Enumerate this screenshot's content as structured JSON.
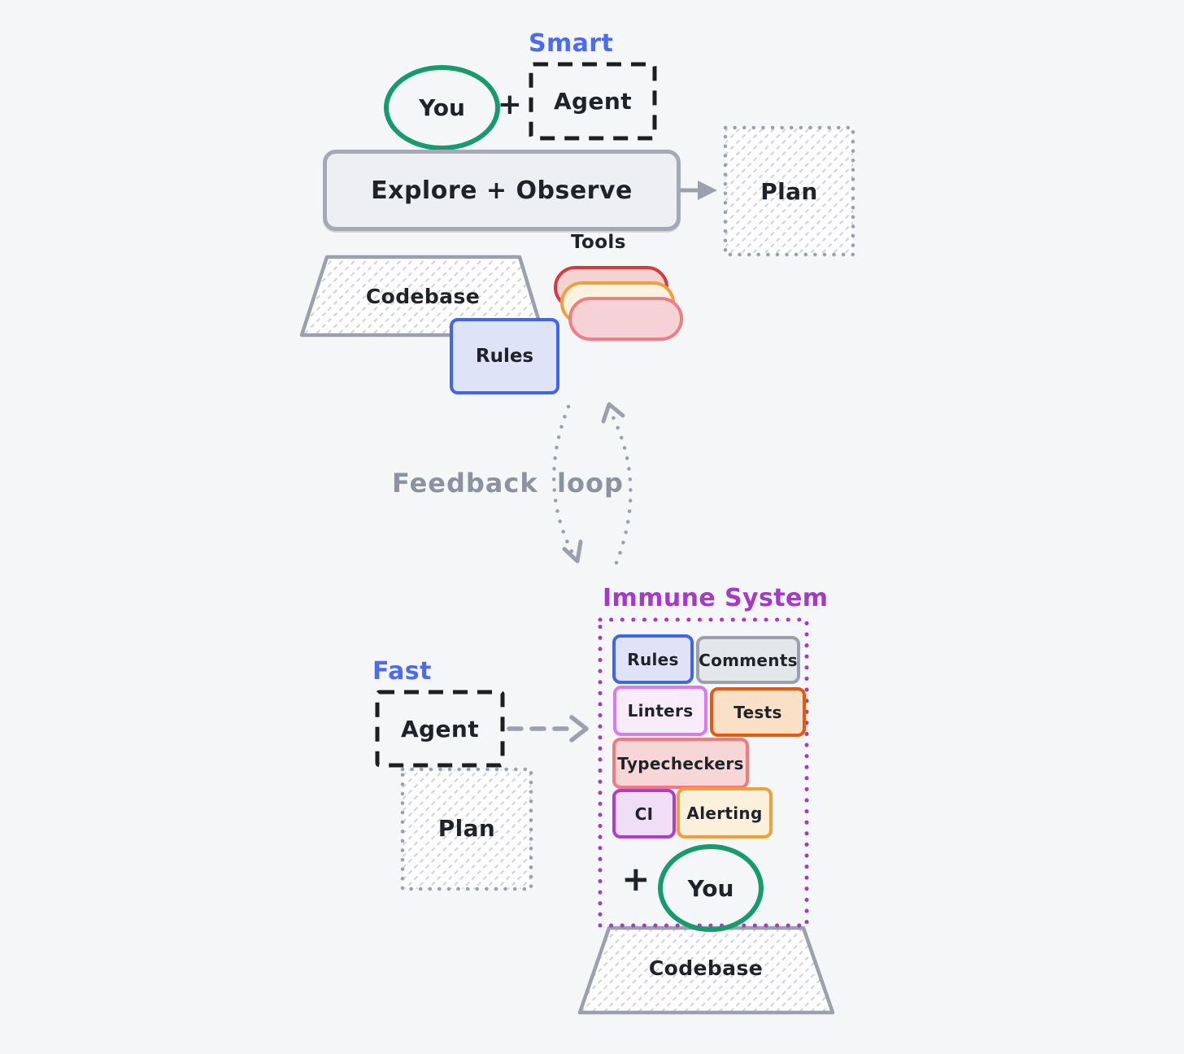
{
  "colors": {
    "background": "#f5f6f8",
    "ink": "#1f2329",
    "label_blue": "#4a6bf2",
    "title_purple": "#a33bc6",
    "green": "#179b6b",
    "gray_stroke": "#9aa1ac",
    "feedback_gray": "#8b93a0",
    "explore_fill": "#edeff2",
    "rules_border": "#3f65ea",
    "rules_fill": "#dee3f7"
  },
  "top": {
    "smart": "Smart",
    "you": "You",
    "plus": "+",
    "agent": "Agent",
    "explore": "Explore + Observe",
    "plan": "Plan",
    "tools": "Tools",
    "codebase": "Codebase",
    "rules": "Rules"
  },
  "tools_pills": [
    {
      "name": "back-pill",
      "border": "#d63a3f",
      "fill": "#f3d2d2"
    },
    {
      "name": "middle-pill",
      "border": "#eda03d",
      "fill": "#fdf2e0"
    },
    {
      "name": "front-pill",
      "border": "#ec7f86",
      "fill": "#f4d2d6"
    }
  ],
  "feedback": {
    "word1": "Feedback",
    "word2": "loop"
  },
  "bottom": {
    "fast": "Fast",
    "agent": "Agent",
    "plan": "Plan",
    "immune_title": "Immune System",
    "immune_items": [
      {
        "label": "Rules",
        "border": "#3f65ea",
        "fill": "#dee3f7"
      },
      {
        "label": "Comments",
        "border": "#9aa1ab",
        "fill": "#e4e7ea"
      },
      {
        "label": "Linters",
        "border": "#da77f2",
        "fill": "#f8ecfa"
      },
      {
        "label": "Tests",
        "border": "#e8590c",
        "fill": "#fbe0c8"
      },
      {
        "label": "Typecheckers",
        "border": "#f17a7a",
        "fill": "#f6d6d6"
      },
      {
        "label": "CI",
        "border": "#ae3ec9",
        "fill": "#efdef6"
      },
      {
        "label": "Alerting",
        "border": "#eda03d",
        "fill": "#faf0dc"
      }
    ],
    "plus": "+",
    "you": "You",
    "codebase": "Codebase"
  }
}
